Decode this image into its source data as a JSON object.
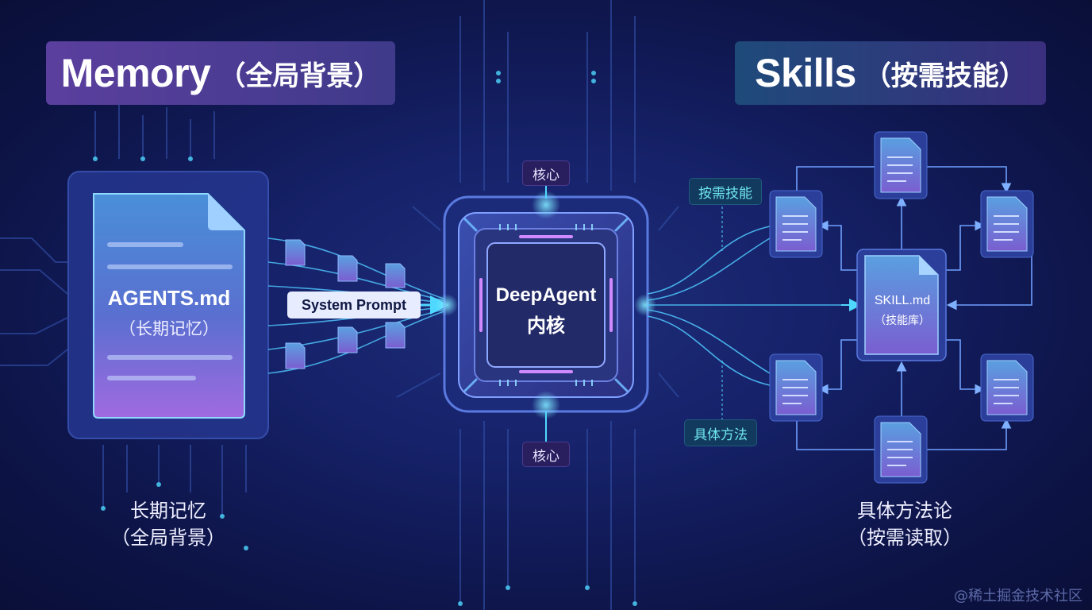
{
  "memory_title": {
    "main": "Memory",
    "sub": "（全局背景）"
  },
  "skills_title": {
    "main": "Skills",
    "sub": "（按需技能）"
  },
  "agents_doc": {
    "title": "AGENTS.md",
    "subtitle": "（长期记忆）"
  },
  "system_prompt_label": "System Prompt",
  "core": {
    "tag_top": "核心",
    "tag_bottom": "核心",
    "title": "DeepAgent",
    "subtitle": "内核"
  },
  "skill_doc": {
    "title": "SKILL.md",
    "subtitle": "（技能库）"
  },
  "tags": {
    "on_demand": "按需技能",
    "method": "具体方法"
  },
  "memory_caption": {
    "line1": "长期记忆",
    "line2": "（全局背景）"
  },
  "skills_caption": {
    "line1": "具体方法论",
    "line2": "（按需读取）"
  },
  "watermark": "@稀土掘金技术社区",
  "colors": {
    "accent_cyan": "#4fd8ff",
    "accent_purple": "#b57bff",
    "background": "#141f63"
  }
}
